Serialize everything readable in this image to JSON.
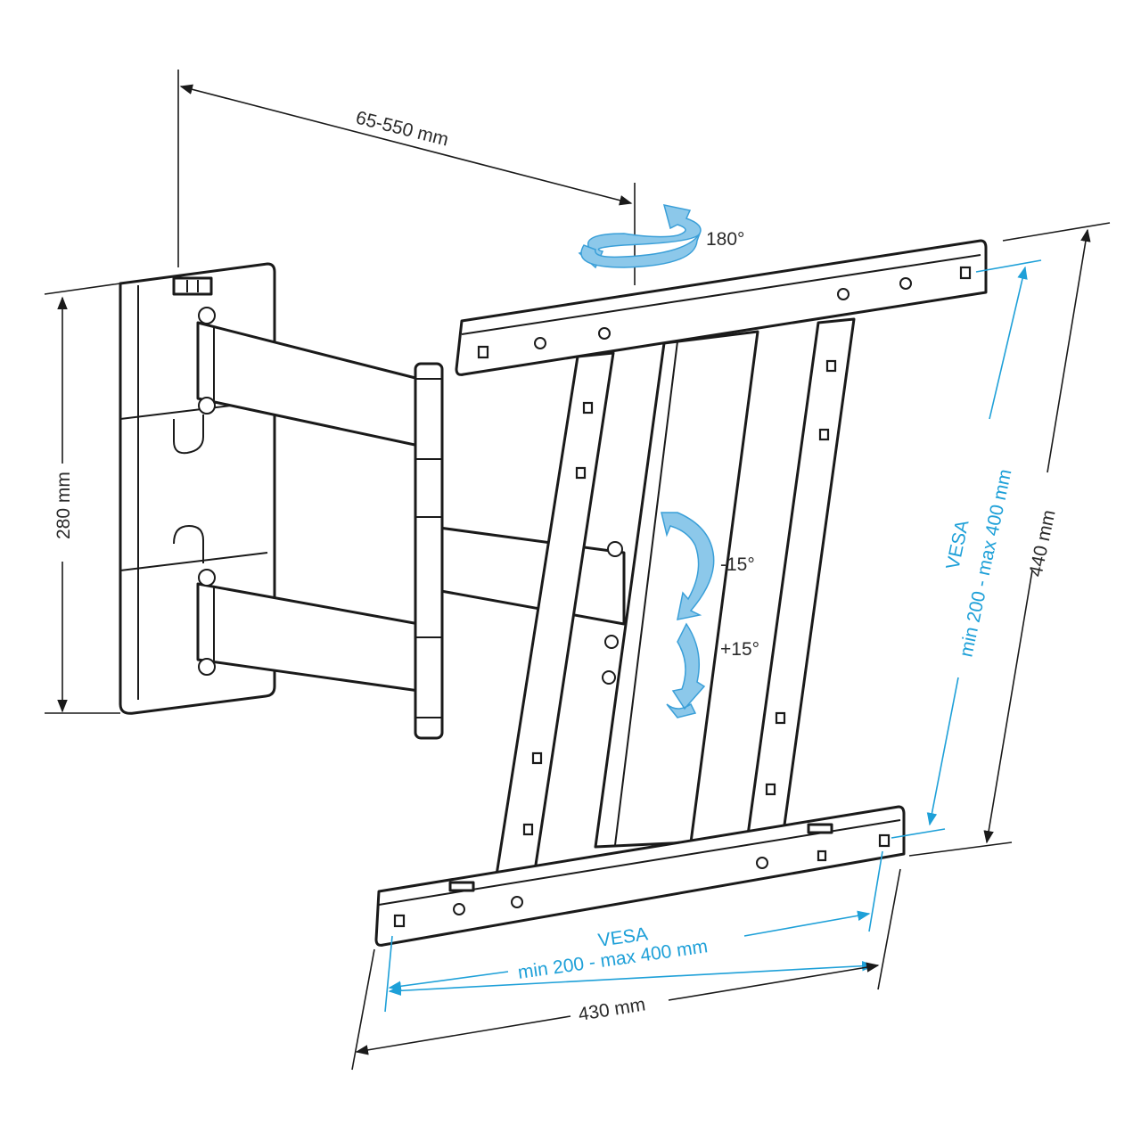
{
  "labels": {
    "arm_extension": "65-550 mm",
    "rotation": "180°",
    "wall_plate_height": "280 mm",
    "tilt_up": "-15°",
    "tilt_down": "+15°",
    "vesa_vertical_title": "VESA",
    "vesa_vertical_range": "min 200 - max 400 mm",
    "total_height": "440 mm",
    "vesa_horizontal_title": "VESA",
    "vesa_horizontal_range": "min 200 - max 400 mm",
    "total_width": "430 mm"
  },
  "colors": {
    "line": "#1a1a1a",
    "accent": "#1ea0d8",
    "rotation_arrow": "#8cc8ea"
  }
}
